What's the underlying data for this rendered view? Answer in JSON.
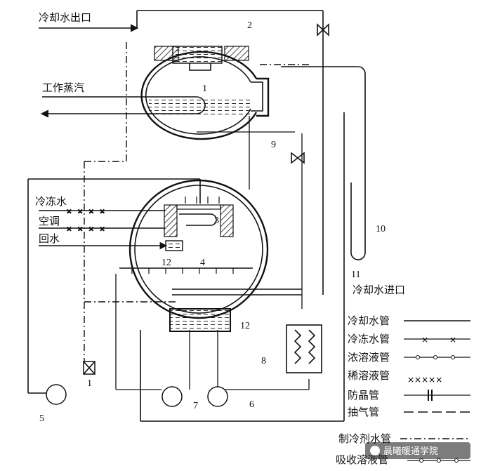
{
  "labels": {
    "cooling_water_outlet": "冷却水出口",
    "working_steam": "工作蒸汽",
    "chilled_water": "冷冻水",
    "air_conditioning": "空调",
    "return_water": "回水",
    "cooling_water_inlet": "冷却水进口"
  },
  "numbers": {
    "n1": "1",
    "n2": "2",
    "n3": "3",
    "n4": "4",
    "n5": "5",
    "n6": "6",
    "n7": "7",
    "n8": "8",
    "n9": "9",
    "n10": "10",
    "n11": "11",
    "n12a": "12",
    "n12b": "12",
    "n1b": "1"
  },
  "legend": [
    {
      "label": "冷却水管",
      "style": "solid"
    },
    {
      "label": "冷冻水管",
      "style": "x-marks"
    },
    {
      "label": "浓溶液管",
      "style": "open-circles"
    },
    {
      "label": "稀溶液管",
      "style": "dense-x"
    },
    {
      "label": "防晶管",
      "style": "double-bars"
    },
    {
      "label": "抽气管",
      "style": "long-dash"
    },
    {
      "label": "制冷剂水管",
      "style": "dash-dot"
    },
    {
      "label": "吸收溶液管",
      "style": "circles-dashed"
    }
  ],
  "watermark": {
    "text": "晨曦暖通学院",
    "icon": "wechat-icon"
  }
}
